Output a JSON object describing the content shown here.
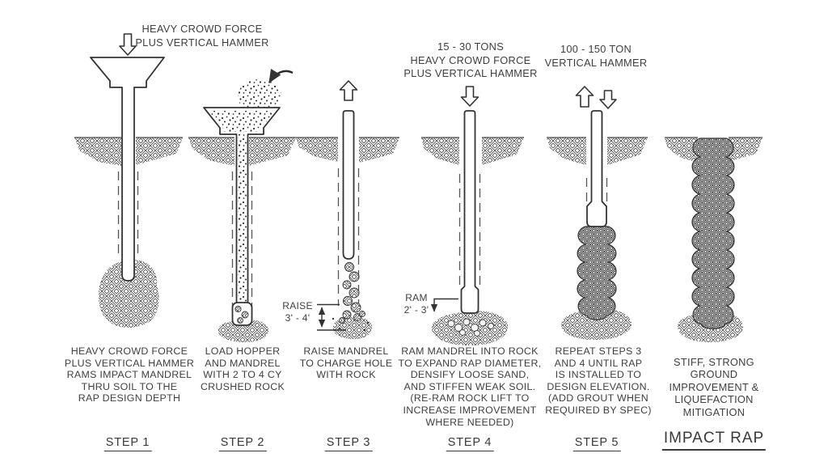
{
  "colors": {
    "background": "#ffffff",
    "ink": "#3f3f3f",
    "line": "#333333"
  },
  "icons": {
    "step1_arrow": "down-block-arrow",
    "step2_arrow": "curved-pour-arrow",
    "step3_arrow": "up-block-arrow",
    "step4_arrow": "down-block-arrow",
    "step5_arrows": "up-and-down-block-arrows"
  },
  "panels": [
    {
      "id": "step-1",
      "top_label": [
        "HEAVY CROWD FORCE",
        "PLUS VERTICAL HAMMER"
      ],
      "caption": [
        "HEAVY CROWD FORCE",
        "PLUS VERTICAL HAMMER",
        "RAMS IMPACT MANDREL",
        "THRU SOIL TO THE",
        "RAP DESIGN DEPTH"
      ],
      "step_label": "STEP 1"
    },
    {
      "id": "step-2",
      "caption": [
        "LOAD HOPPER",
        "AND MANDREL",
        "WITH 2 TO 4 CY",
        "CRUSHED ROCK"
      ],
      "step_label": "STEP 2"
    },
    {
      "id": "step-3",
      "annotation": [
        "RAISE",
        "3' - 4'"
      ],
      "caption": [
        "RAISE MANDREL",
        "TO CHARGE HOLE",
        "WITH ROCK"
      ],
      "step_label": "STEP 3"
    },
    {
      "id": "step-4",
      "top_label": [
        "15 - 30 TONS",
        "HEAVY CROWD FORCE",
        "PLUS VERTICAL HAMMER"
      ],
      "annotation": [
        "RAM",
        "2' - 3'"
      ],
      "caption": [
        "RAM MANDREL INTO ROCK",
        "TO EXPAND RAP DIAMETER,",
        "DENSIFY LOOSE SAND,",
        "AND STIFFEN WEAK SOIL.",
        "(RE-RAM ROCK LIFT TO",
        "INCREASE IMPROVEMENT",
        "WHERE NEEDED)"
      ],
      "step_label": "STEP 4"
    },
    {
      "id": "step-5",
      "top_label": [
        "100 - 150 TON",
        "VERTICAL HAMMER"
      ],
      "caption": [
        "REPEAT STEPS 3",
        "AND 4 UNTIL RAP",
        "IS INSTALLED TO",
        "DESIGN ELEVATION.",
        "(ADD GROUT WHEN",
        "REQUIRED BY SPEC)"
      ],
      "step_label": "STEP 5"
    },
    {
      "id": "impact-rap",
      "caption": [
        "STIFF, STRONG",
        "GROUND",
        "IMPROVEMENT &",
        "LIQUEFACTION",
        "MITIGATION"
      ],
      "step_label": "IMPACT RAP"
    }
  ]
}
